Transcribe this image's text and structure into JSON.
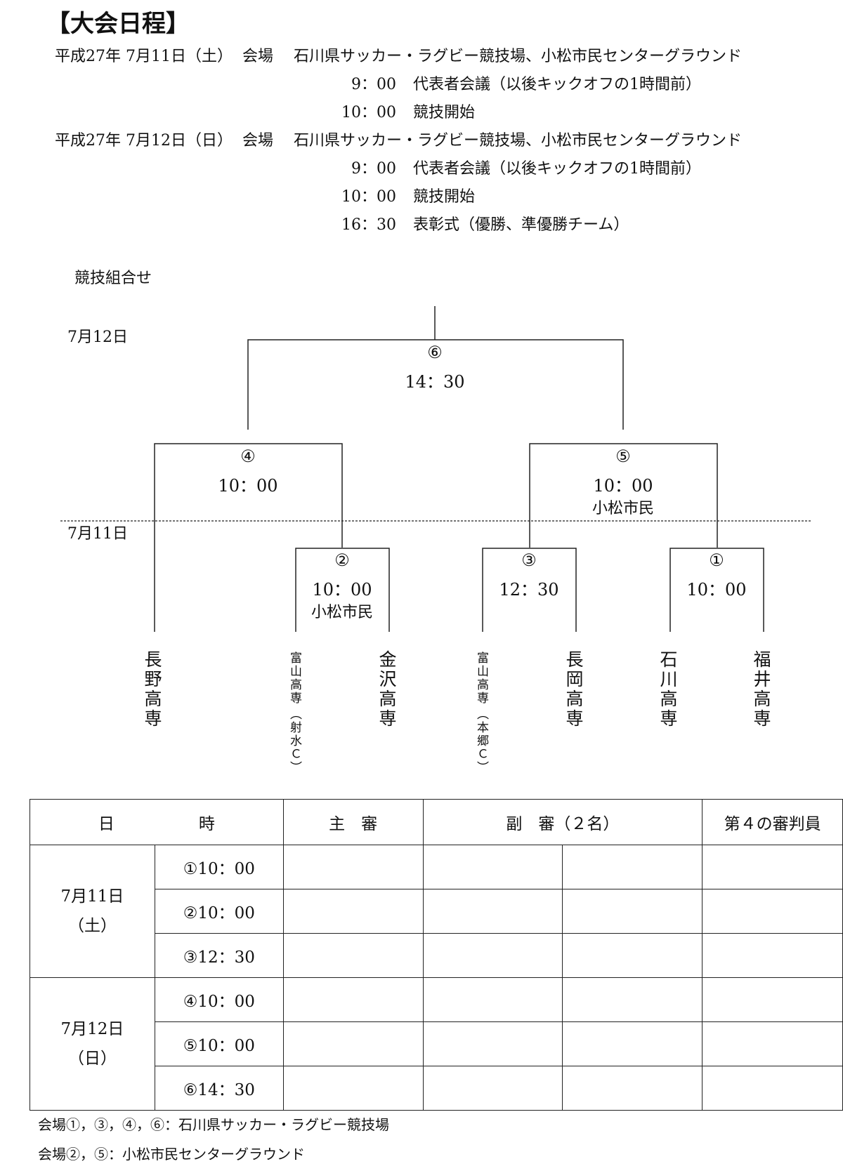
{
  "header": {
    "title": "【大会日程】"
  },
  "schedule": [
    {
      "date": "平成27年 7月11日（土）",
      "venue_label": "会場",
      "venue": "石川県サッカー・ラグビー競技場、小松市民センターグラウンド",
      "events": [
        {
          "time": "9：00",
          "desc": "代表者会議（以後キックオフの1時間前）"
        },
        {
          "time": "10：00",
          "desc": "競技開始"
        }
      ]
    },
    {
      "date": "平成27年 7月12日（日）",
      "venue_label": "会場",
      "venue": "石川県サッカー・ラグビー競技場、小松市民センターグラウンド",
      "events": [
        {
          "time": "9：00",
          "desc": "代表者会議（以後キックオフの1時間前）"
        },
        {
          "time": "10：00",
          "desc": "競技開始"
        },
        {
          "time": "16：30",
          "desc": "表彰式（優勝、準優勝チーム）"
        }
      ]
    }
  ],
  "bracket": {
    "heading": "競技組合せ",
    "day_labels": {
      "day2": "7月12日",
      "day1": "7月11日"
    },
    "matches": {
      "m6": {
        "no": "⑥",
        "time": "14：30"
      },
      "m4": {
        "no": "④",
        "time": "10：00"
      },
      "m5": {
        "no": "⑤",
        "time": "10：00",
        "venue": "小松市民"
      },
      "m2": {
        "no": "②",
        "time": "10：00",
        "venue": "小松市民"
      },
      "m3": {
        "no": "③",
        "time": "12：30"
      },
      "m1": {
        "no": "①",
        "time": "10：00"
      }
    },
    "teams": [
      {
        "main": "長野高専"
      },
      {
        "main": "富山高専",
        "sub": "（射水Ｃ）"
      },
      {
        "main": "金沢高専"
      },
      {
        "main": "富山高専",
        "sub": "（本郷Ｃ）"
      },
      {
        "main": "長岡高専"
      },
      {
        "main": "石川高専"
      },
      {
        "main": "福井高専"
      }
    ]
  },
  "ref_table": {
    "headers": {
      "datetime_a": "日",
      "datetime_b": "時",
      "main_ref": "主　審",
      "asst_ref": "副　審（２名）",
      "fourth": "第４の審判員"
    },
    "days": [
      {
        "date": "7月11日",
        "weekday": "（土）",
        "slots": [
          "①10：00",
          "②10：00",
          "③12：30"
        ]
      },
      {
        "date": "7月12日",
        "weekday": "（日）",
        "slots": [
          "④10：00",
          "⑤10：00",
          "⑥14：30"
        ]
      }
    ]
  },
  "footnotes": [
    "会場①，③，④，⑥：石川県サッカー・ラグビー競技場",
    "会場②，⑤：小松市民センターグラウンド"
  ]
}
